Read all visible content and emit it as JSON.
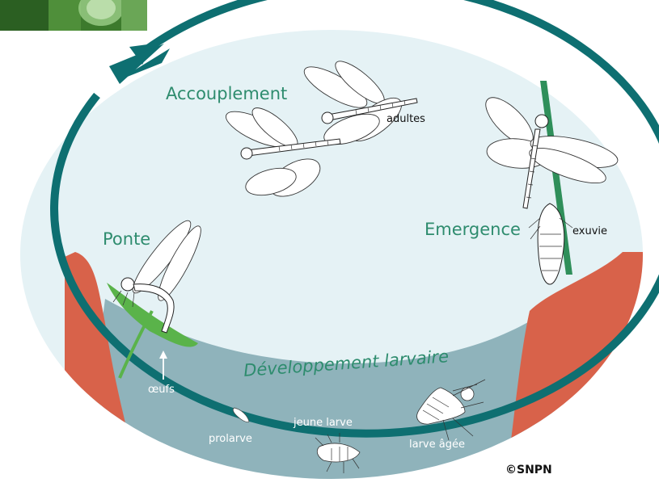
{
  "colors": {
    "sky": "#e5f2f5",
    "water": "#8fb3bb",
    "cycle_ring": "#0e6f71",
    "stage_text": "#2e8c6e",
    "bank": "#d8624a",
    "leaf": "#5ab34a",
    "stem": "#2f8f5a",
    "label_dark": "#111111",
    "label_light": "#ffffff"
  },
  "stages": {
    "mating": "Accouplement",
    "laying": "Ponte",
    "emergence": "Emergence",
    "development": "Développement larvaire"
  },
  "labels": {
    "adults": "adultes",
    "exuvia": "exuvie",
    "eggs": "œufs",
    "prolarva": "prolarve",
    "young_larva": "jeune larve",
    "old_larva": "larve âgée"
  },
  "credit": "©SNPN",
  "icons": [
    "arrow-head-icon",
    "dragonfly-icon",
    "larva-icon",
    "exuvia-icon",
    "leaf-icon"
  ]
}
